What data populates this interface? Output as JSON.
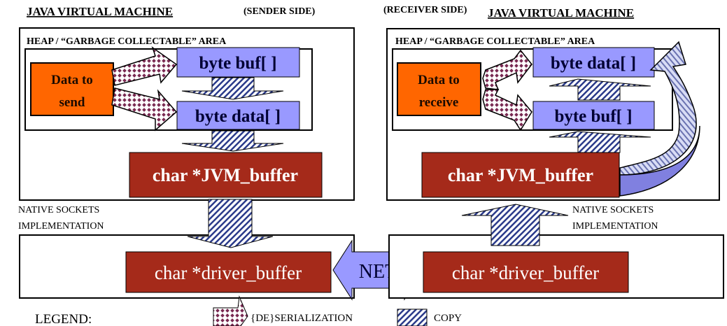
{
  "sender": {
    "title": "JAVA VIRTUAL MACHINE",
    "side": "(SENDER SIDE)",
    "heap_label": "HEAP / “GARBAGE COLLECTABLE” AREA",
    "data_line1": "Data to",
    "data_line2": "send",
    "byte_buf": "byte buf[ ]",
    "byte_data": "byte data[ ]",
    "jvm_buffer": "char *JVM_buffer",
    "native_line1": "NATIVE SOCKETS",
    "native_line2": "IMPLEMENTATION",
    "driver_buffer": "char *driver_buffer"
  },
  "receiver": {
    "title": "JAVA VIRTUAL MACHINE",
    "side": "(RECEIVER SIDE)",
    "heap_label": "HEAP /  “GARBAGE COLLECTABLE” AREA",
    "data_line1": "Data to",
    "data_line2": "receive",
    "byte_data": "byte data[ ]",
    "byte_buf": "byte buf[ ]",
    "jvm_buffer": "char *JVM_buffer",
    "native_line1": "NATIVE SOCKETS",
    "native_line2": "IMPLEMENTATION",
    "driver_buffer": "char *driver_buffer"
  },
  "net_label": "NET",
  "legend": {
    "title": "LEGEND:",
    "serialization": "{DE}SERIALIZATION",
    "copy": "COPY"
  },
  "colors": {
    "orange": "#ff6600",
    "lavender": "#9999ff",
    "dark_red": "#a52a1a",
    "serialization_dots": "#7a2a52",
    "copy_stripes": "#2a3a8a"
  }
}
